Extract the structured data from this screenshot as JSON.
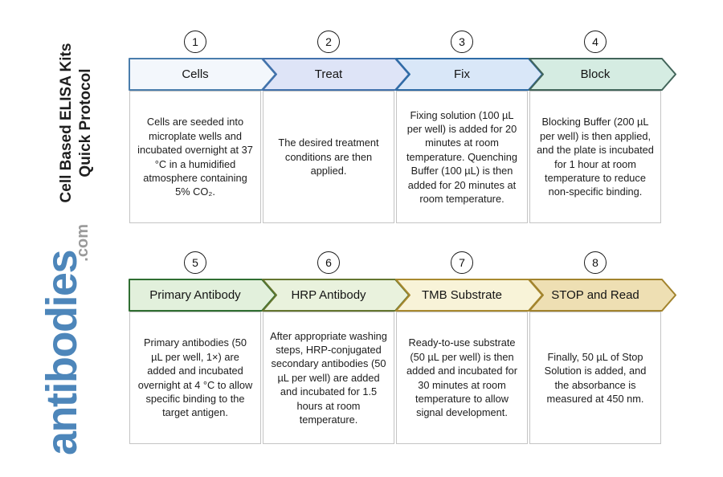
{
  "sidebar": {
    "title_line1": "Cell Based ELISA Kits",
    "title_line2": "Quick Protocol",
    "logo_main": "antibodies",
    "logo_suffix": ".com",
    "logo_color": "#4d86ba",
    "logo_suffix_color": "#9a9a9a"
  },
  "steps": [
    {
      "number": "1",
      "label": "Cells",
      "description": "Cells are seeded into microplate wells and incubated overnight at 37 °C in a humidified atmosphere containing 5% CO₂.",
      "fill": "#f3f7fc",
      "stroke": "#4a7dac"
    },
    {
      "number": "2",
      "label": "Treat",
      "description": "The desired treatment conditions are then applied.",
      "fill": "#dee4f7",
      "stroke": "#4271ac"
    },
    {
      "number": "3",
      "label": "Fix",
      "description": "Fixing solution (100 µL per well) is added for 20 minutes at room temperature. Quenching Buffer (100 µL) is then added for 20 minutes at room temperature.",
      "fill": "#d9e7f8",
      "stroke": "#2e6ba6"
    },
    {
      "number": "4",
      "label": "Block",
      "description": "Blocking Buffer (200 µL per well) is then applied, and the plate is incubated for 1 hour at room temperature to reduce non-specific binding.",
      "fill": "#d5ece2",
      "stroke": "#42655a"
    },
    {
      "number": "5",
      "label": "Primary Antibody",
      "description": "Primary antibodies (50 µL per well, 1×) are added and incubated overnight at 4 °C to allow specific binding to the target antigen.",
      "fill": "#e2f0dc",
      "stroke": "#2f6e31"
    },
    {
      "number": "6",
      "label": "HRP Antibody",
      "description": "After appropriate washing steps, HRP-conjugated secondary antibodies (50 µL per well) are added and incubated for 1.5 hours at room temperature.",
      "fill": "#e9f2dd",
      "stroke": "#64752f"
    },
    {
      "number": "7",
      "label": "TMB Substrate",
      "description": "Ready-to-use substrate (50 µL per well) is then added and incubated for 30 minutes at room temperature to allow signal development.",
      "fill": "#f8f3d8",
      "stroke": "#a8892f"
    },
    {
      "number": "8",
      "label": "STOP and Read",
      "description": "Finally, 50 µL of Stop Solution is added, and the absorbance is measured at 450 nm.",
      "fill": "#eedfb3",
      "stroke": "#a2832d"
    }
  ]
}
